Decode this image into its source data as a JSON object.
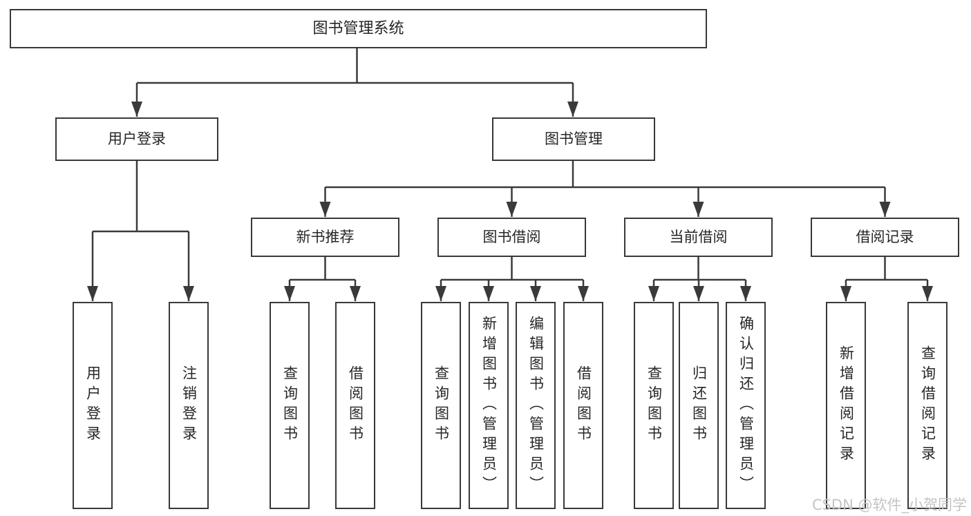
{
  "diagram_title": "图书管理系统",
  "nodes": {
    "root": {
      "label": "图书管理系统"
    },
    "user_login": {
      "label": "用户登录"
    },
    "book_management": {
      "label": "图书管理"
    },
    "new_book_recommend": {
      "label": "新书推荐"
    },
    "book_borrowing": {
      "label": "图书借阅"
    },
    "current_borrowing": {
      "label": "当前借阅"
    },
    "borrowing_records": {
      "label": "借阅记录"
    },
    "leaf_user_login": {
      "label": "用户登录"
    },
    "leaf_logout": {
      "label": "注销登录"
    },
    "leaf_recommend_query_books": {
      "label": "查询图书"
    },
    "leaf_recommend_borrow_books": {
      "label": "借阅图书"
    },
    "leaf_borrowing_query_books": {
      "label": "查询图书"
    },
    "leaf_borrowing_add_books": {
      "label": "新增图书（管理员）"
    },
    "leaf_borrowing_edit_books": {
      "label": "编辑图书（管理员）"
    },
    "leaf_borrowing_borrow_books": {
      "label": "借阅图书"
    },
    "leaf_current_query_books": {
      "label": "查询图书"
    },
    "leaf_current_return_books": {
      "label": "归还图书"
    },
    "leaf_current_confirm_return": {
      "label": "确认归还（管理员）"
    },
    "leaf_records_add_record": {
      "label": "新增借阅记录"
    },
    "leaf_records_query_record": {
      "label": "查询借阅记录"
    }
  },
  "edges": [
    {
      "from": "root",
      "to": [
        "user_login",
        "book_management"
      ]
    },
    {
      "from": "user_login",
      "to": [
        "leaf_user_login",
        "leaf_logout"
      ]
    },
    {
      "from": "book_management",
      "to": [
        "new_book_recommend",
        "book_borrowing",
        "current_borrowing",
        "borrowing_records"
      ]
    },
    {
      "from": "new_book_recommend",
      "to": [
        "leaf_recommend_query_books",
        "leaf_recommend_borrow_books"
      ]
    },
    {
      "from": "book_borrowing",
      "to": [
        "leaf_borrowing_query_books",
        "leaf_borrowing_add_books",
        "leaf_borrowing_edit_books",
        "leaf_borrowing_borrow_books"
      ]
    },
    {
      "from": "current_borrowing",
      "to": [
        "leaf_current_query_books",
        "leaf_current_return_books",
        "leaf_current_confirm_return"
      ]
    },
    {
      "from": "borrowing_records",
      "to": [
        "leaf_records_add_record",
        "leaf_records_query_record"
      ]
    }
  ],
  "watermark": {
    "text": "CSDN @软件_小贺同学"
  },
  "colors": {
    "line_color": "#3a3a3a",
    "box_border": "#383838",
    "text_color": "#262626",
    "bg_color": "#ffffff",
    "watermark_color": "#c4c4c4"
  }
}
